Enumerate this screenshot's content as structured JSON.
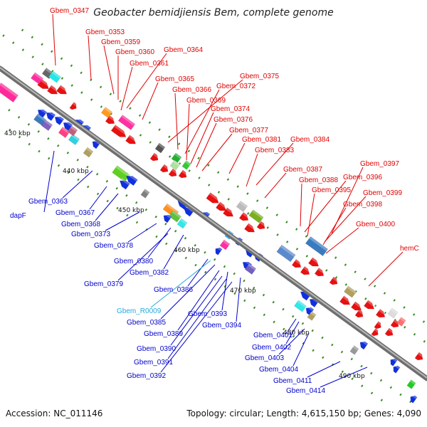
{
  "title": "Geobacter bemidjiensis Bem, complete genome",
  "footer": {
    "accession": "Accession: NC_011146",
    "topology": "Topology: circular; Length: 4,615,150 bp; Genes: 4,090"
  },
  "colors": {
    "plus_strand_label": "#e00000",
    "minus_strand_label": "#0000cc",
    "rna_label": "#22aadd",
    "backbone": "#8a8a8a",
    "tick_green": "#3a8a20"
  },
  "axis_ticks": [
    "430 kbp",
    "440 kbp",
    "450 kbp",
    "460 kbp",
    "470 kbp",
    "480 kbp",
    "490 kbp"
  ],
  "top_labels": [
    "Gbem_0347",
    "Gbem_0353",
    "Gbem_0359",
    "Gbem_0360",
    "Gbem_0364",
    "Gbem_0361",
    "Gbem_0365",
    "Gbem_0375",
    "Gbem_0366",
    "Gbem_0372",
    "Gbem_0369",
    "Gbem_0374",
    "Gbem_0376",
    "Gbem_0377",
    "Gbem_0381",
    "Gbem_0384",
    "Gbem_0383",
    "Gbem_0397",
    "Gbem_0387",
    "Gbem_0396",
    "Gbem_0388",
    "Gbem_0395",
    "Gbem_0399",
    "Gbem_0398",
    "Gbem_0400",
    "hemC"
  ],
  "bottom_labels": [
    "Gbem_0363",
    "dapF",
    "Gbem_0367",
    "Gbem_0368",
    "Gbem_0373",
    "Gbem_0378",
    "Gbem_0380",
    "Gbem_0382",
    "Gbem_0379",
    "Gbem_0386",
    "Gbem_R0009",
    "Gbem_0385",
    "Gbem_0393",
    "Gbem_0389",
    "Gbem_0394",
    "Gbem_0401",
    "Gbem_0390",
    "Gbem_0402",
    "Gbem_0391",
    "Gbem_0403",
    "Gbem_0392",
    "Gbem_0404",
    "Gbem_0411",
    "Gbem_0414"
  ]
}
